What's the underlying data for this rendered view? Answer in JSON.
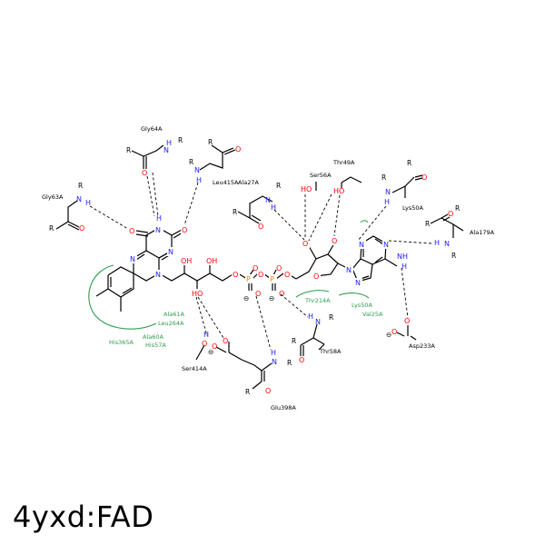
{
  "title": "4yxd:FAD",
  "residues": [
    "Gly64A",
    "Gly63A",
    "Leu415A",
    "Ala27A",
    "Ser56A",
    "Thr49A",
    "Lys50A",
    "Ala179A",
    "Asp233A",
    "Thr58A",
    "Glu398A",
    "Ser414A"
  ],
  "hydrophobic_residues": [
    "Ala61A",
    "Leu264A",
    "His365A",
    "Ala60A",
    "His57A",
    "Thr214A",
    "Lys50A",
    "Val25A"
  ],
  "atom_labels": {
    "N": "N",
    "O": "O",
    "OH": "OH",
    "HO": "HO",
    "NH": "NH",
    "H": "H",
    "P": "P",
    "R": "R",
    "HN": "HN",
    "NH2": "NH",
    "minus": "⊖"
  },
  "colors": {
    "oxygen": "#ff0000",
    "nitrogen": "#1f1fff",
    "phosphorus": "#ff7f00",
    "hydrophobic": "#2f9b4f",
    "bond": "#000000"
  }
}
